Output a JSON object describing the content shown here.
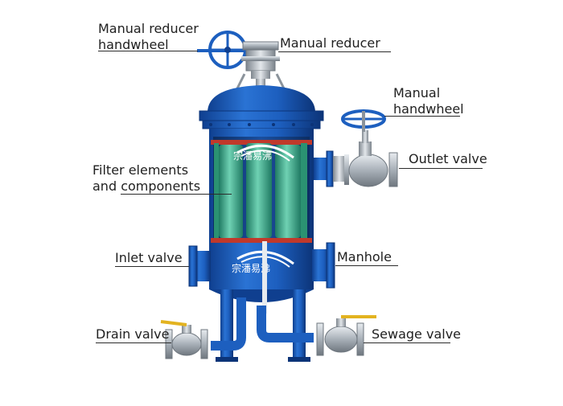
{
  "labels": {
    "manual_reducer_handwheel_line1": "Manual reducer",
    "manual_reducer_handwheel_line2": "handwheel",
    "manual_reducer": "Manual reducer",
    "manual_handwheel_line1": "Manual",
    "manual_handwheel_line2": "handwheel",
    "outlet_valve": "Outlet valve",
    "filter_elements_line1": "Filter elements",
    "filter_elements_line2": "and components",
    "inlet_valve": "Inlet valve",
    "manhole": "Manhole",
    "drain_valve": "Drain valve",
    "sewage_valve": "Sewage valve"
  },
  "logo": {
    "text": "宗潘易沸"
  },
  "colors": {
    "vessel_blue": "#1d5fbf",
    "vessel_blue_dark": "#0f3f8f",
    "element_green": "#3aa889",
    "flange_red": "#c0392b",
    "valve_steel": "#a8b0b8",
    "handle_yellow": "#e3b320"
  }
}
